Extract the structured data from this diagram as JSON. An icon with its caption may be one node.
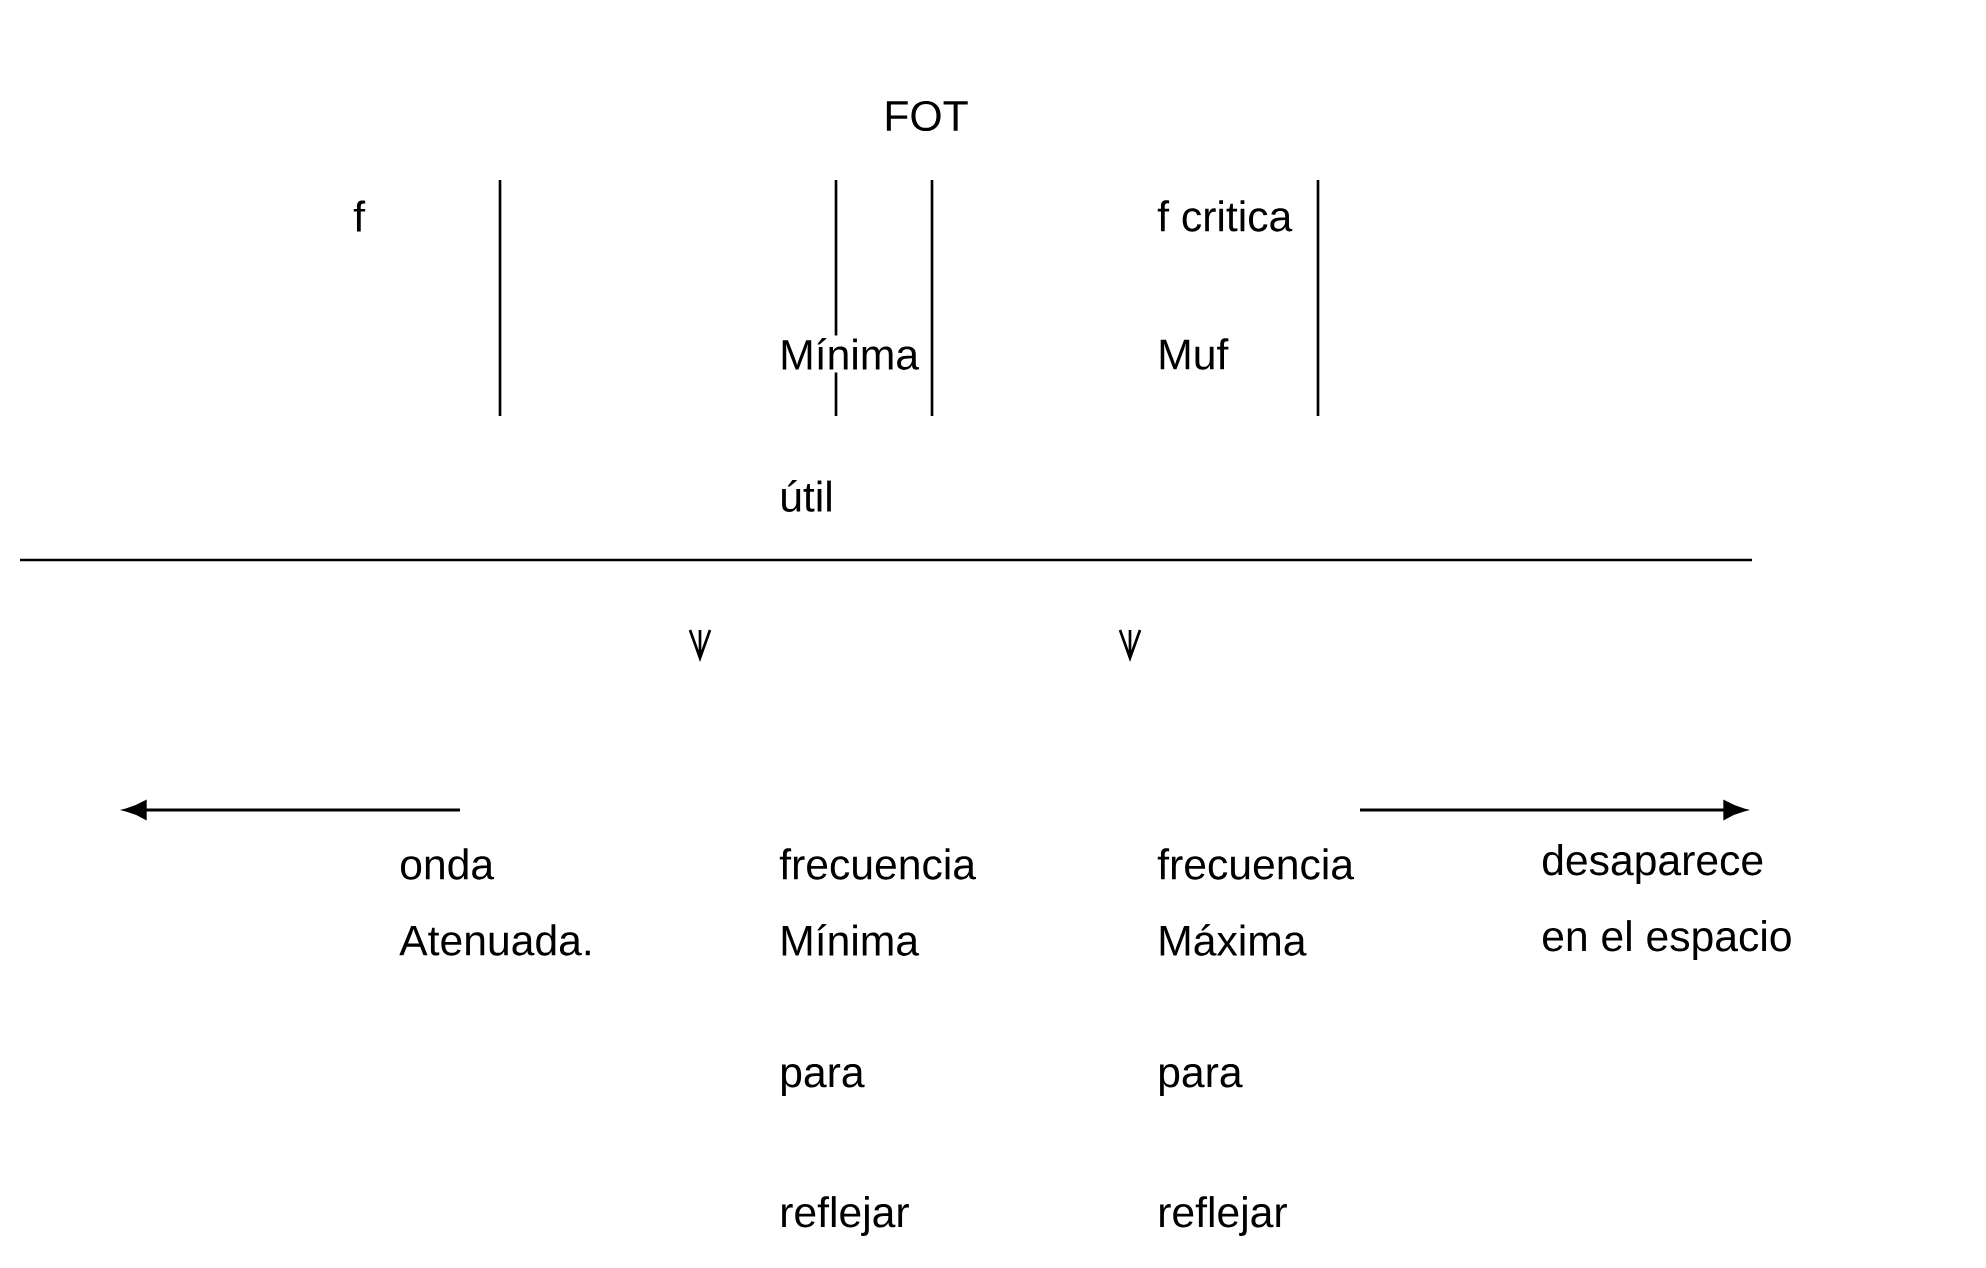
{
  "diagram": {
    "labels": [
      "FOT",
      "f",
      "f critica",
      "Mínima",
      "Muf",
      "útil",
      "onda",
      "frecuencia",
      "frecuencia",
      "desaparece",
      "Atenuada.",
      "Mínima",
      "Máxima",
      "en el espacio",
      "para",
      "para",
      "reflejar",
      "reflejar"
    ]
  }
}
